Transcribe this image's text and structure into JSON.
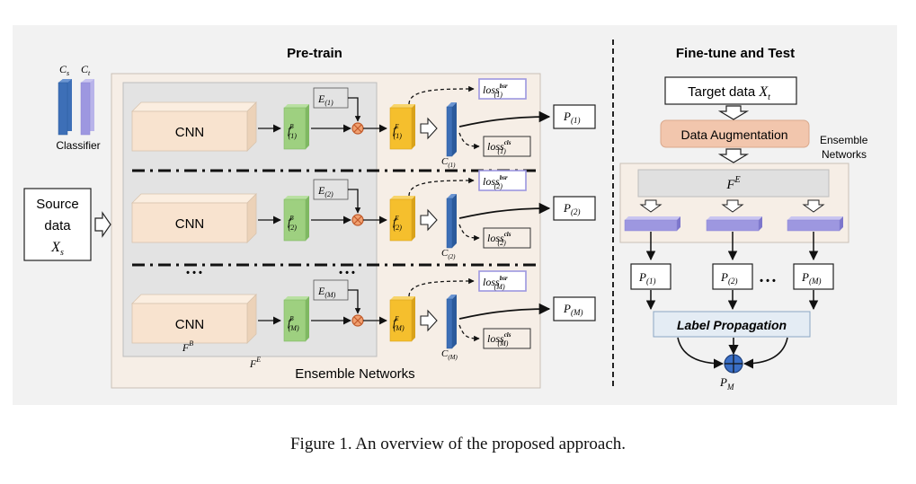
{
  "diagram": {
    "left_section_title": "Pre-train",
    "right_section_title": "Fine-tune and Test",
    "classifier": {
      "cs_label": "C",
      "cs_sub": "s",
      "ct_label": "C",
      "ct_sub": "t",
      "caption": "Classifier"
    },
    "source": {
      "line1": "Source",
      "line2": "data",
      "var": "X",
      "var_sub": "s"
    },
    "branches": [
      {
        "cnn": "CNN",
        "fb_sub": "(1)",
        "e_sub": "(1)",
        "fe_sub": "(1)",
        "c_sub": "(1)",
        "loss_bsr_sub": "(1)",
        "loss_cls_sub": "(1)",
        "p_sub": "(1)"
      },
      {
        "cnn": "CNN",
        "fb_sub": "(2)",
        "e_sub": "(2)",
        "fe_sub": "(2)",
        "c_sub": "(2)",
        "loss_bsr_sub": "(2)",
        "loss_cls_sub": "(2)",
        "p_sub": "(2)"
      },
      {
        "cnn": "CNN",
        "fb_sub": "(M)",
        "e_sub": "(M)",
        "fe_sub": "(M)",
        "c_sub": "(M)",
        "loss_bsr_sub": "(M)",
        "loss_cls_sub": "(M)",
        "p_sub": "(M)"
      }
    ],
    "symbols": {
      "f": "f",
      "sup_b": "B",
      "sup_e": "E",
      "e": "E",
      "c": "C",
      "p": "P",
      "loss": "loss",
      "bsr": "bsr",
      "cls": "cls",
      "ellipsis": "• • •"
    },
    "fb_label": "F",
    "fb_label_sup": "B",
    "fe_label": "F",
    "fe_label_sup": "E",
    "ensemble_networks": "Ensemble Networks",
    "right": {
      "target_text": "Target data ",
      "target_var": "X",
      "target_sub": "t",
      "augmentation": "Data Augmentation",
      "ensemble_line1": "Ensemble",
      "ensemble_line2": "Networks",
      "fe_text": "F",
      "fe_sup": "E",
      "p_subs": [
        "(1)",
        "(2)",
        "(M)"
      ],
      "ellipsis": "• • •",
      "label_propagation": "Label Propagation",
      "pm_text": "P",
      "pm_sub": "M"
    },
    "colors": {
      "cnn_fill": "#f8e3cf",
      "fb_fill": "#9ed080",
      "fe_fill": "#f5bf2d",
      "classifier_blue": "#3d6fb7",
      "classifier_purple": "#9d97e0",
      "panel_bg": "#f6eee6",
      "gray_panel": "#e3e3e3",
      "aug_fill": "#f2c6ad",
      "lp_fill": "#e4ecf4",
      "bg": "#f2f2f2"
    }
  },
  "caption": "Figure 1. An overview of the proposed approach."
}
